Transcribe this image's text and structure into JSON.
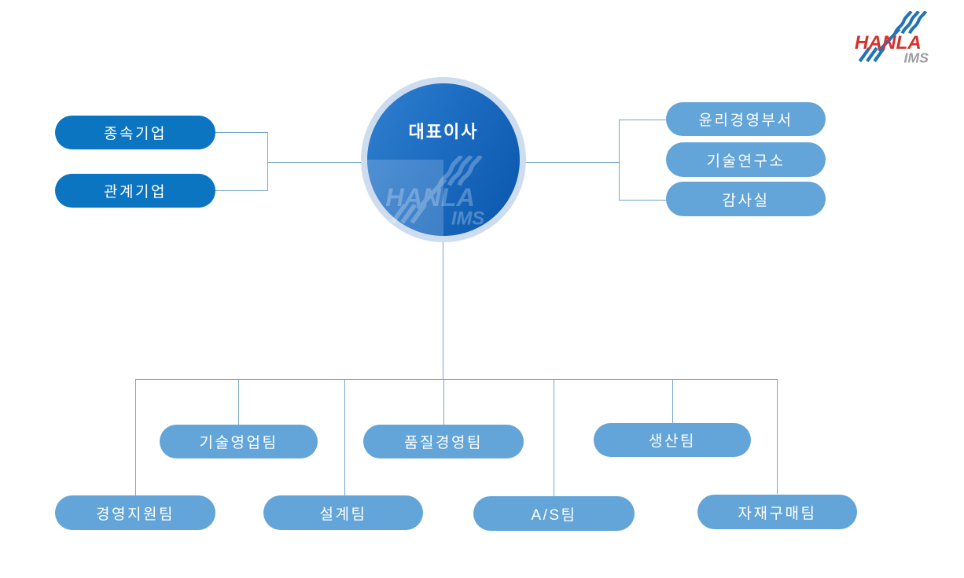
{
  "brand": {
    "name": "HANLA",
    "sub": "IMS",
    "colors": {
      "red": "#d4322c",
      "blue": "#2273b7",
      "gray": "#9b9da1"
    }
  },
  "org": {
    "root": {
      "label": "대표이사"
    },
    "affiliates": [
      {
        "label": "종속기업"
      },
      {
        "label": "관계기업"
      }
    ],
    "staff_offices": [
      {
        "label": "윤리경영부서"
      },
      {
        "label": "기술연구소"
      },
      {
        "label": "감사실"
      }
    ],
    "teams_row1": [
      {
        "label": "기술영업팀"
      },
      {
        "label": "품질경영팀"
      },
      {
        "label": "생산팀"
      }
    ],
    "teams_row2": [
      {
        "label": "경영지원팀"
      },
      {
        "label": "설계팀"
      },
      {
        "label": "A/S팀"
      },
      {
        "label": "자재구매팀"
      }
    ]
  },
  "palette": {
    "dark_pill": "#0c75c2",
    "light_pill": "#63a5d8",
    "line": "#74a6c5",
    "circle_ring": "#cdddef"
  }
}
